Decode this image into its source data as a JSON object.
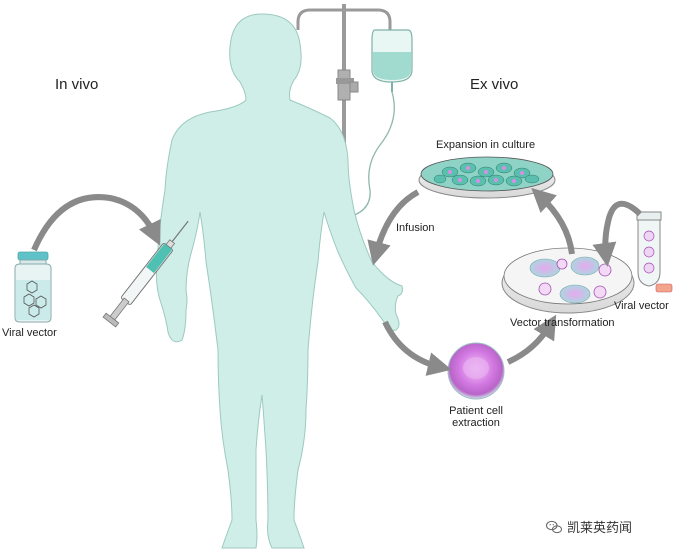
{
  "labels": {
    "in_vivo": "In vivo",
    "ex_vivo": "Ex vivo",
    "viral_vector_left": "Viral vector",
    "viral_vector_right": "Viral vector",
    "expansion": "Expansion in culture",
    "infusion": "Infusion",
    "vector_transformation": "Vector transformation",
    "patient_cell_1": "Patient cell",
    "patient_cell_2": "extraction"
  },
  "watermark": {
    "text": "凯莱英药闻",
    "icon": "wechat-icon"
  },
  "colors": {
    "body": "#cfeee8",
    "body_stroke": "#9cc9c0",
    "arrow": "#8a8a8a",
    "cell_purple": "#c860d8",
    "dish_teal": "#5bbfae",
    "liquid": "#bfe9e0"
  }
}
